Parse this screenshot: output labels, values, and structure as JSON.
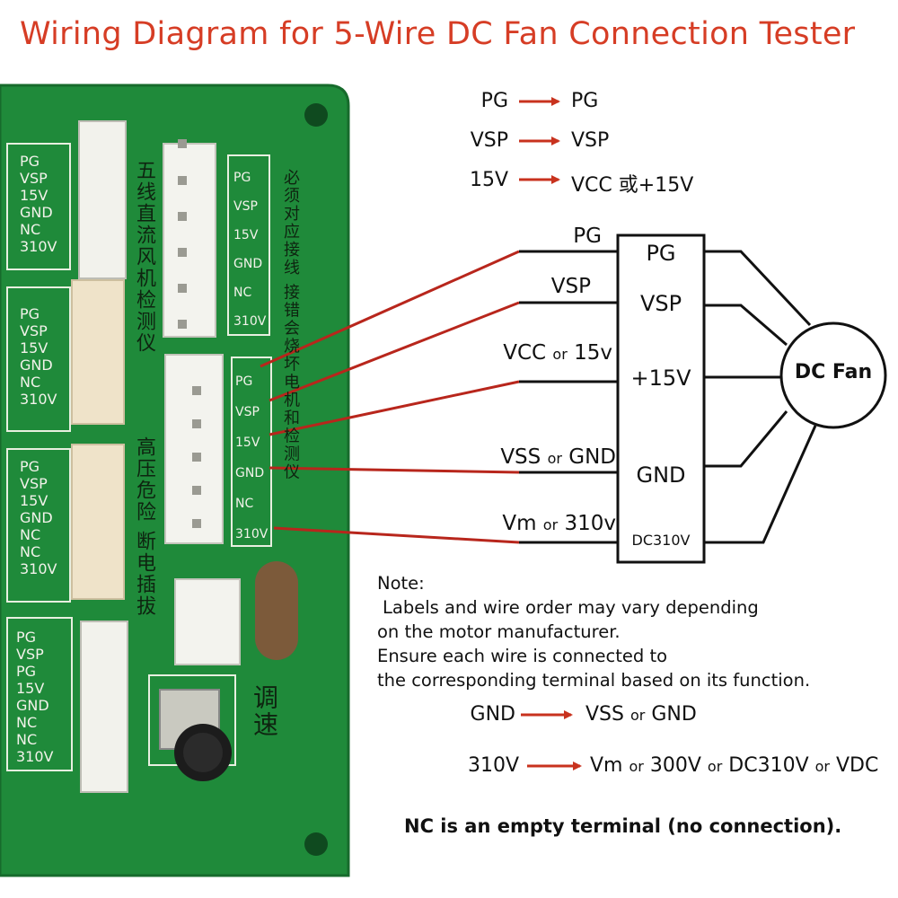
{
  "title": "Wiring Diagram for 5-Wire DC Fan Connection Tester",
  "top_mappings": [
    {
      "from": "PG",
      "to": "PG"
    },
    {
      "from": "VSP",
      "to": "VSP"
    },
    {
      "from": "15V",
      "to": "VCC 或+15V"
    }
  ],
  "left_terminals": [
    {
      "main": "PG"
    },
    {
      "main": "VSP"
    },
    {
      "main": "VCC",
      "or": "or",
      "alt": "15v"
    },
    {
      "main": "VSS",
      "or": "or",
      "alt": "GND"
    },
    {
      "main": "Vm",
      "or": "or",
      "alt": "310v"
    }
  ],
  "box_terminals": [
    "PG",
    "VSP",
    "+15V",
    "GND",
    "DC310V"
  ],
  "fan_label": "DC Fan",
  "note": {
    "heading": "Note:",
    "lines": [
      "Labels and wire order may vary depending",
      "on the motor manufacturer.",
      "Ensure each wire is connected to",
      "the corresponding terminal based on its function."
    ]
  },
  "bottom_mappings": [
    {
      "from": "GND",
      "to_parts": [
        "VSS",
        "or",
        "GND"
      ]
    },
    {
      "from": "310V",
      "to_parts": [
        "Vm",
        "or",
        "300V",
        "or",
        "DC310V",
        "or",
        "VDC"
      ]
    }
  ],
  "nc_note": "NC is an empty terminal (no connection).",
  "pcb": {
    "header_pins": [
      "PG",
      "VSP",
      "15V",
      "GND",
      "NC",
      "310V"
    ],
    "col_a": [
      "PG",
      "VSP",
      "15V",
      "GND",
      "NC",
      "310V"
    ],
    "col_b": [
      "PG",
      "VSP",
      "15V",
      "GND",
      "NC",
      "310V"
    ],
    "col_c": [
      "PG",
      "VSP",
      "15V",
      "GND",
      "NC",
      "NC",
      "310V"
    ],
    "col_d": [
      "PG",
      "VSP",
      "PG",
      "15V",
      "GND",
      "NC",
      "NC",
      "310V"
    ],
    "top_header": [
      "PG",
      "VSP",
      "15V",
      "GND",
      "NC",
      "310V"
    ],
    "chinese_1": "五线直流风机检测仪",
    "chinese_2": "必须对应接线  接错会烧坏电机和检测仪",
    "chinese_3": "高压危险  断电插拔",
    "chinese_4": "调速"
  },
  "colors": {
    "title": "#d63d25",
    "arrow": "#c8321e",
    "wire": "#b8261c",
    "pcb": "#1f8a3a"
  }
}
